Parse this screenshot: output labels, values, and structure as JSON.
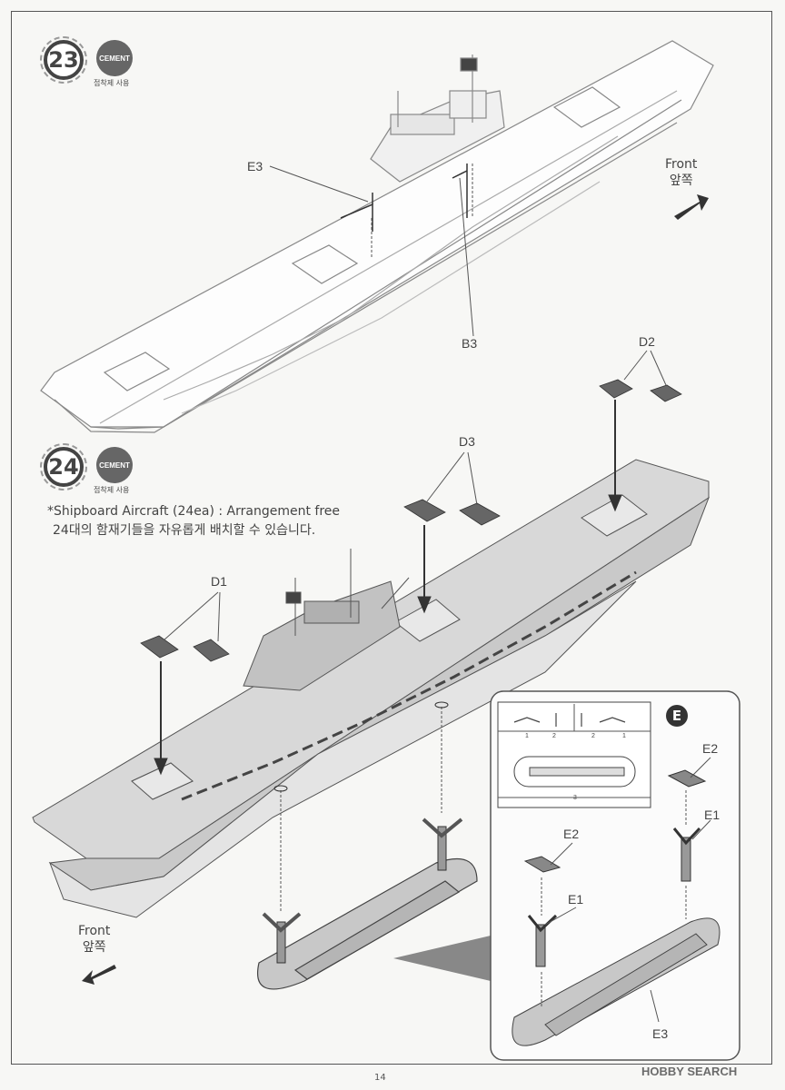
{
  "step23": {
    "number": "23",
    "cement_label": "CEMENT",
    "cement_ko": "접착제 사용"
  },
  "step24": {
    "number": "24",
    "cement_label": "CEMENT",
    "cement_ko": "접착제 사용"
  },
  "note": {
    "en": "*Shipboard Aircraft (24ea) : Arrangement free",
    "ko": "24대의 함재기들을 자유롭게 배치할 수 있습니다."
  },
  "parts": {
    "e3_top": "E3",
    "b3": "B3",
    "d2": "D2",
    "d3": "D3",
    "d1": "D1",
    "e2_right": "E2",
    "e1_right": "E1",
    "e2_mid": "E2",
    "e1_mid": "E1",
    "e3_stand": "E3",
    "runner_letter": "E",
    "runner_1": "1",
    "runner_2": "2",
    "runner_2b": "2",
    "runner_1b": "1",
    "runner_3": "3"
  },
  "front_top": {
    "en": "Front",
    "ko": "앞쪽"
  },
  "front_bottom": {
    "en": "Front",
    "ko": "앞쪽"
  },
  "page_number": "14",
  "watermark": "HOBBY SEARCH"
}
